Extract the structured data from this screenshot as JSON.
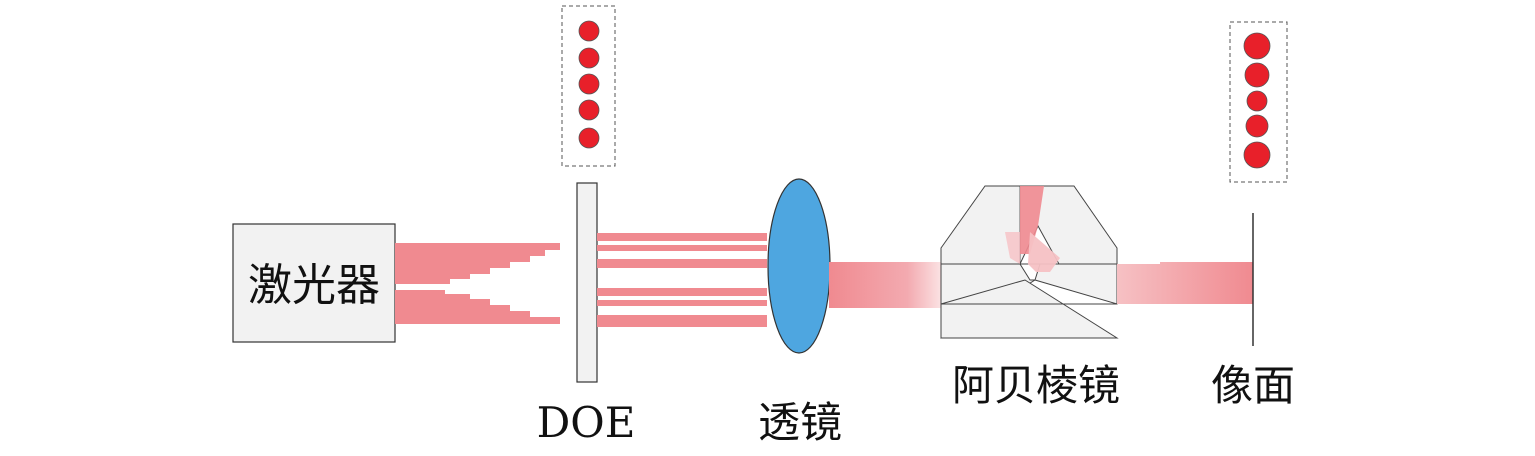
{
  "labels": {
    "laser": "激光器",
    "doe": "DOE",
    "lens": "透镜",
    "axicon": "阿贝棱镜",
    "image_plane": "像面"
  },
  "colors": {
    "beam": "#f08a90",
    "beam_light": "#f6c1c4",
    "spot": "#e8202a",
    "lens": "#4ea6e0",
    "component_fill": "#f2f2f2",
    "stroke": "#333333"
  }
}
